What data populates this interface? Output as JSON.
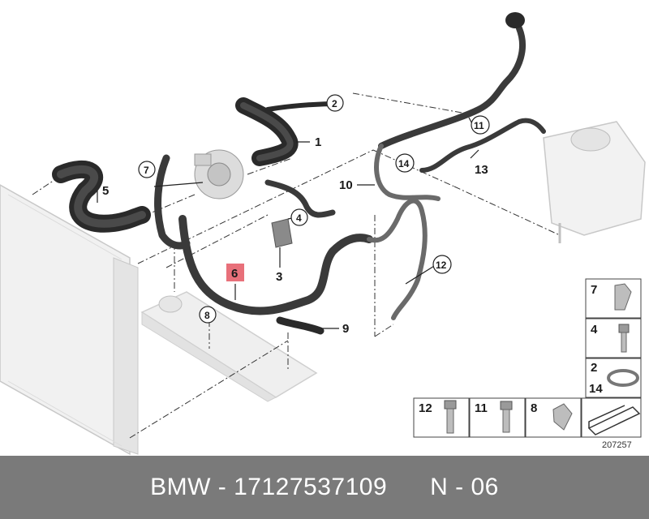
{
  "diagram": {
    "callouts": [
      "1",
      "2",
      "3",
      "4",
      "5",
      "6",
      "7",
      "8",
      "9",
      "10",
      "11",
      "12",
      "13",
      "14"
    ],
    "legend": {
      "item_7": "7",
      "item_4": "4",
      "item_2": "2",
      "item_14": "14",
      "item_12": "12",
      "item_11": "11",
      "item_8": "8"
    },
    "ref_number": "207257"
  },
  "footer": {
    "brand": "BMW",
    "sep1": " - ",
    "part_number": "17127537109",
    "gap": "      ",
    "position": "N - 06"
  },
  "colors": {
    "hose": "#2a2a2a",
    "highlight": "#e8707a",
    "footer_bg": "#7a7a7a"
  }
}
